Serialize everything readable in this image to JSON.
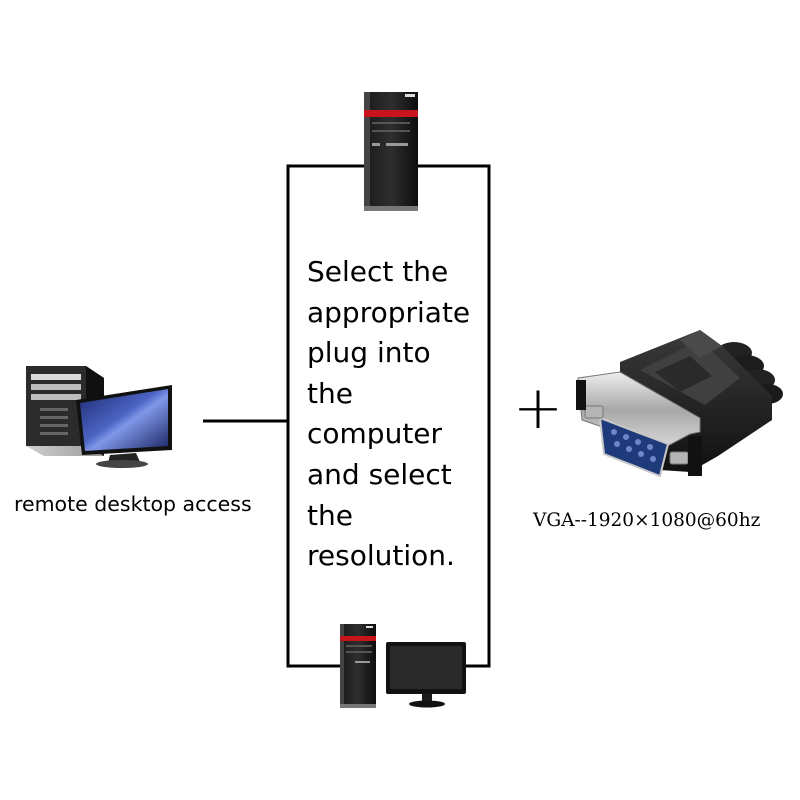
{
  "instruction": {
    "lines": [
      "Select the",
      "appropriate",
      "plug into",
      "the",
      "computer",
      "and select",
      "the",
      "resolution."
    ]
  },
  "left_label": "remote desktop access",
  "right_label": "VGA--1920×1080@60hz",
  "plus": "+",
  "icons": {
    "top_device": "tower-pc-icon",
    "bottom_devices": [
      "tower-pc-icon",
      "monitor-icon"
    ],
    "left_device": "desktop-computer-icon",
    "right_device": "vga-dummy-plug-icon"
  },
  "colors": {
    "line": "#000000",
    "accent_red": "#c8141c",
    "monitor_blue": "#2a3a88"
  }
}
